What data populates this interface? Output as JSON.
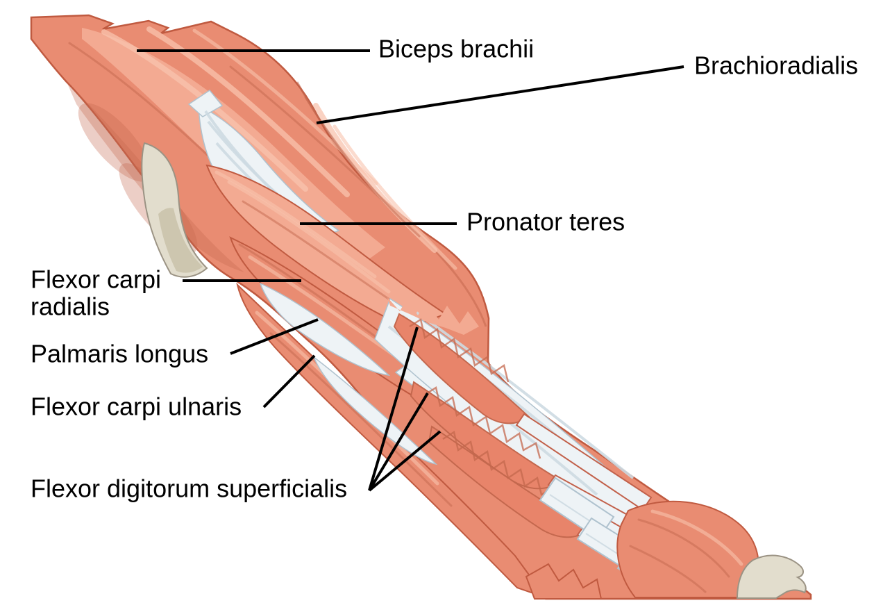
{
  "figure_type": "anatomical diagram of the anterior forearm muscles",
  "labels": {
    "biceps_brachii": "Biceps brachii",
    "brachioradialis": "Brachioradialis",
    "pronator_teres": "Pronator teres",
    "flexor_carpi_radialis": [
      "Flexor carpi",
      "radialis"
    ],
    "palmaris_longus": "Palmaris longus",
    "flexor_carpi_ulnaris": "Flexor carpi ulnaris",
    "flexor_digitorum_superficialis": "Flexor digitorum superficialis"
  },
  "colors": {
    "background": "#FFFFFF",
    "muscle_base": "#E98C72",
    "muscle_light": "#F3AA92",
    "muscle_lighter": "#F8C3AE",
    "muscle_belly": "#E8846A",
    "muscle_dark": "#C4684E",
    "muscle_outline": "#C05A40",
    "strap_edge": "#C2614B",
    "tendon_light": "#EEF3F6",
    "tendon_mid": "#CDDAE2",
    "tendon_shadow": "#AFC2CE",
    "bone_light": "#E2DDCD",
    "bone_shadow": "#C9C2A9",
    "bone_outline": "#9B9384",
    "label_text": "#000000",
    "leader_line": "#000000"
  }
}
